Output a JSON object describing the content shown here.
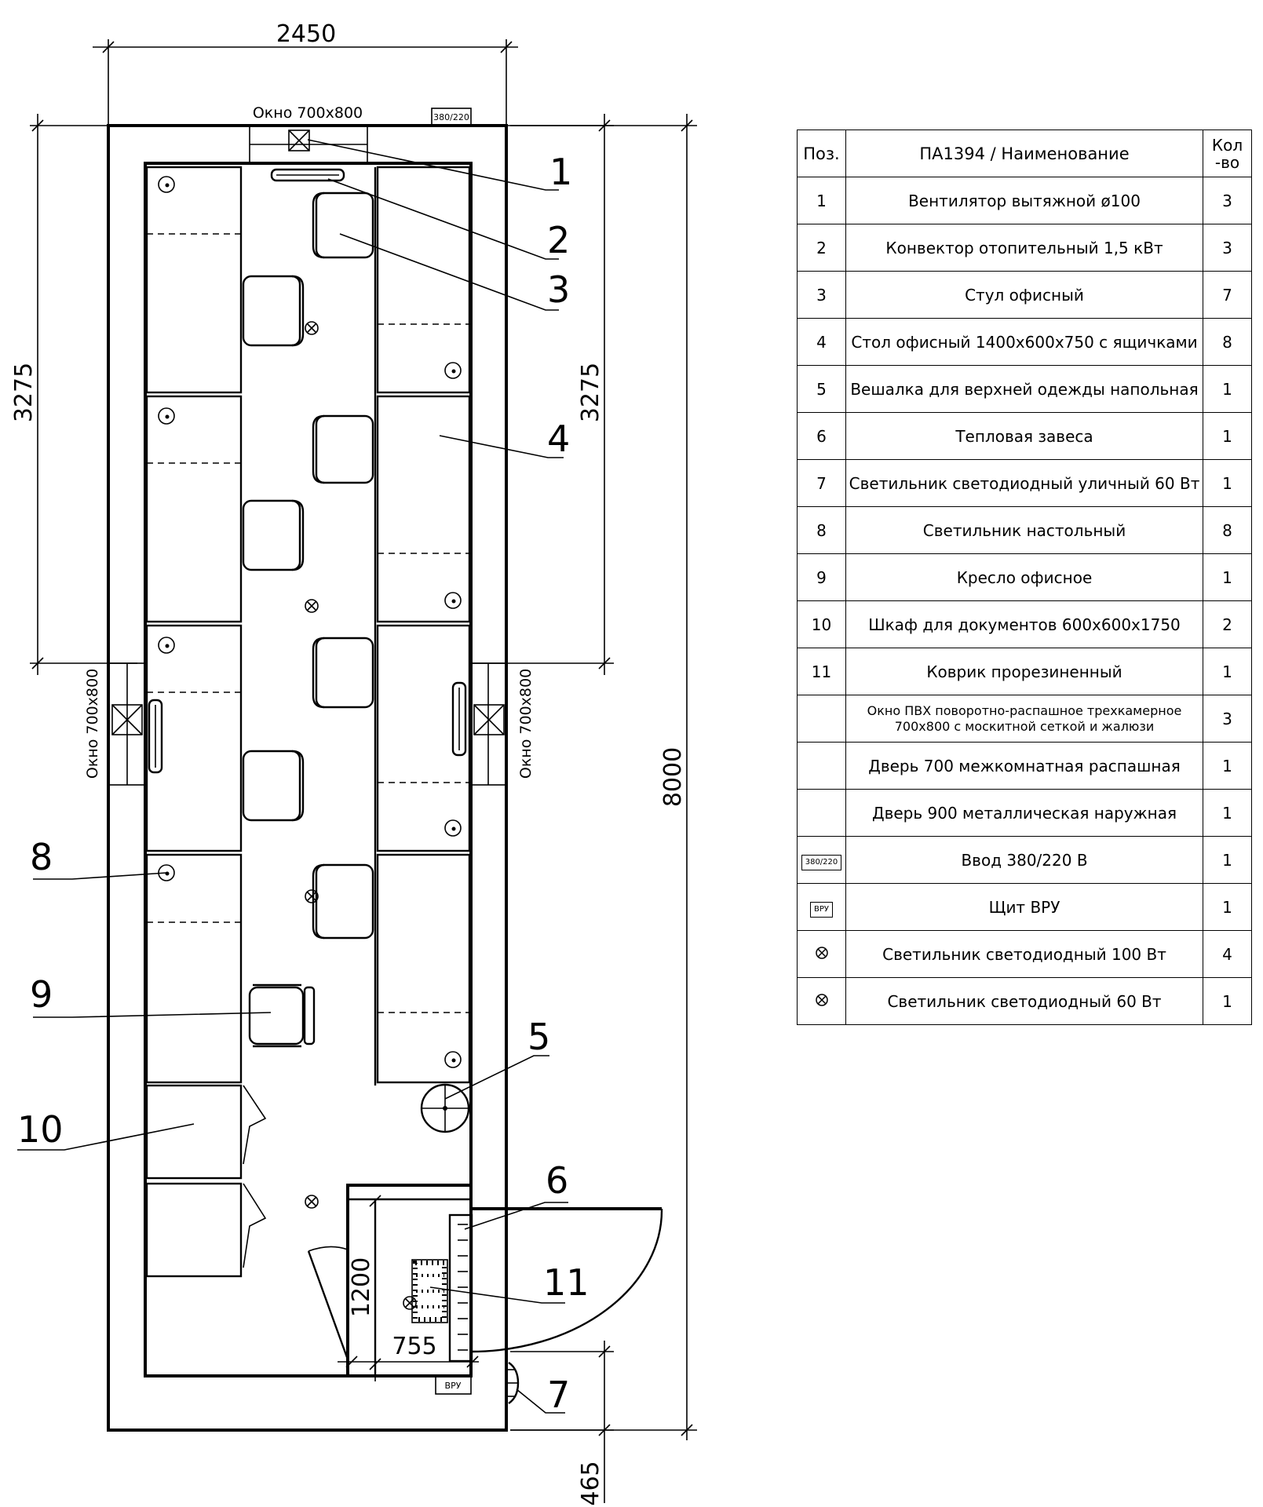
{
  "dimensions": {
    "top_width": "2450",
    "left_height": "3275",
    "inner_height": "3275",
    "total_length": "8000",
    "vestibule_height": "1200",
    "vestibule_width": "755",
    "bottom_offset": "465"
  },
  "window_labels": {
    "top": "Окно 700х800",
    "left": "Окно 700х800",
    "right": "Окно 700х800"
  },
  "plan_tags": {
    "power_input": "380/220",
    "panel": "ВРУ"
  },
  "leaders": [
    "1",
    "2",
    "3",
    "4",
    "5",
    "6",
    "7",
    "8",
    "9",
    "10",
    "11"
  ],
  "table": {
    "headers": {
      "pos": "Поз.",
      "name": "ПА1394 / Наименование",
      "qty_top": "Кол",
      "qty_bottom": "-во"
    },
    "rows": [
      {
        "pos": "1",
        "name": "Вентилятор вытяжной ø100",
        "qty": "3"
      },
      {
        "pos": "2",
        "name": "Конвектор отопительный 1,5 кВт",
        "qty": "3"
      },
      {
        "pos": "3",
        "name": "Стул офисный",
        "qty": "7"
      },
      {
        "pos": "4",
        "name": "Стол офисный 1400х600х750 с ящичками",
        "qty": "8"
      },
      {
        "pos": "5",
        "name": "Вешалка для верхней одежды напольная",
        "qty": "1"
      },
      {
        "pos": "6",
        "name": "Тепловая завеса",
        "qty": "1"
      },
      {
        "pos": "7",
        "name": "Светильник светодиодный уличный 60 Вт",
        "qty": "1"
      },
      {
        "pos": "8",
        "name": "Светильник настольный",
        "qty": "8"
      },
      {
        "pos": "9",
        "name": "Кресло офисное",
        "qty": "1"
      },
      {
        "pos": "10",
        "name": "Шкаф для документов 600х600х1750",
        "qty": "2"
      },
      {
        "pos": "11",
        "name": "Коврик прорезиненный",
        "qty": "1"
      },
      {
        "pos": "",
        "name": "Окно ПВХ поворотно-распашное трехкамерное 700х800 с москитной сеткой и жалюзи",
        "qty": "3"
      },
      {
        "pos": "",
        "name": "Дверь 700 межкомнатная распашная",
        "qty": "1"
      },
      {
        "pos": "",
        "name": "Дверь 900 металлическая наружная",
        "qty": "1"
      },
      {
        "pos": "380/220",
        "name": "Ввод 380/220 В",
        "qty": "1"
      },
      {
        "pos": "ВРУ",
        "name": "Щит ВРУ",
        "qty": "1"
      },
      {
        "pos": "lamp-icon",
        "name": "Светильник светодиодный 100 Вт",
        "qty": "4"
      },
      {
        "pos": "lamp-icon",
        "name": "Светильник светодиодный 60 Вт",
        "qty": "1"
      }
    ]
  }
}
